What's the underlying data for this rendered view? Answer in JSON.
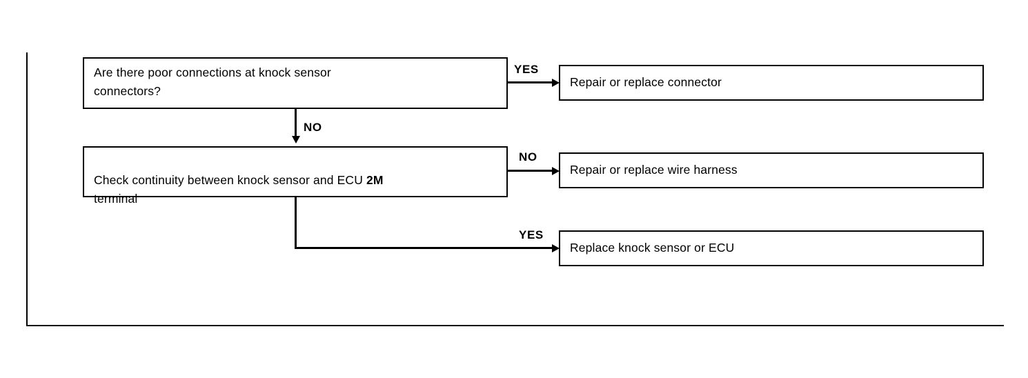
{
  "diagram": {
    "title": "Knock sensor troubleshooting flowchart",
    "line_color": "#000000",
    "background_color": "#ffffff",
    "nodes": [
      {
        "id": "question-1",
        "kind": "question",
        "text": "Are there poor connections at knock sensor\nconnectors?"
      },
      {
        "id": "question-2",
        "kind": "question",
        "text_before": "Check continuity between knock sensor and ECU ",
        "text_bold": "2M",
        "text_after": "\nterminal"
      },
      {
        "id": "action-1",
        "kind": "action",
        "text": "Repair or replace connector"
      },
      {
        "id": "action-2",
        "kind": "action",
        "text": "Repair or replace wire harness"
      },
      {
        "id": "action-3",
        "kind": "action",
        "text": "Replace knock sensor or ECU"
      }
    ],
    "edges": [
      {
        "id": "edge-1",
        "from": "question-1",
        "to": "action-1",
        "label": "YES"
      },
      {
        "id": "edge-2",
        "from": "question-1",
        "to": "question-2",
        "label": "NO"
      },
      {
        "id": "edge-3",
        "from": "question-2",
        "to": "action-2",
        "label": "NO"
      },
      {
        "id": "edge-4",
        "from": "question-2",
        "to": "action-3",
        "label": "YES"
      }
    ]
  }
}
